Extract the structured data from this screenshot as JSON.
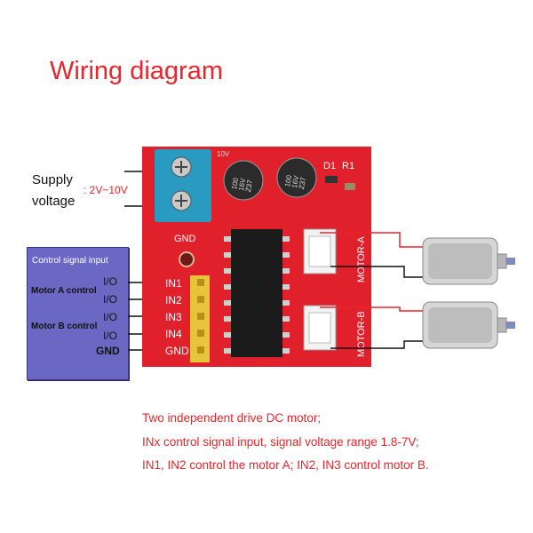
{
  "title": "Wiring diagram",
  "supply": {
    "line1": "Supply",
    "line2": "voltage",
    "range": ": 2V~10V"
  },
  "control": {
    "title": "Control signal input",
    "motor_a": "Motor A  control",
    "motor_b": "Motor B control",
    "io_labels": [
      "I/O",
      "I/O",
      "I/O",
      "I/O"
    ],
    "gnd": "GND"
  },
  "board": {
    "color": "#e0202a",
    "gnd_label": "GND",
    "pin_labels": [
      "IN1",
      "IN2",
      "IN3",
      "IN4",
      "GND"
    ],
    "d1": "D1",
    "r1": "R1",
    "motor_a_label": "MOTOR-A",
    "motor_b_label": "MOTOR-B",
    "cap1": [
      "100",
      "16V",
      "Z37"
    ],
    "cap2": [
      "100",
      "16V",
      "Z37"
    ],
    "volt_tag": "10V"
  },
  "notes": [
    "Two independent drive DC motor;",
    "INx control signal input, signal voltage range 1.8-7V;",
    "IN1, IN2 control the motor A; IN2, IN3 control motor B."
  ]
}
